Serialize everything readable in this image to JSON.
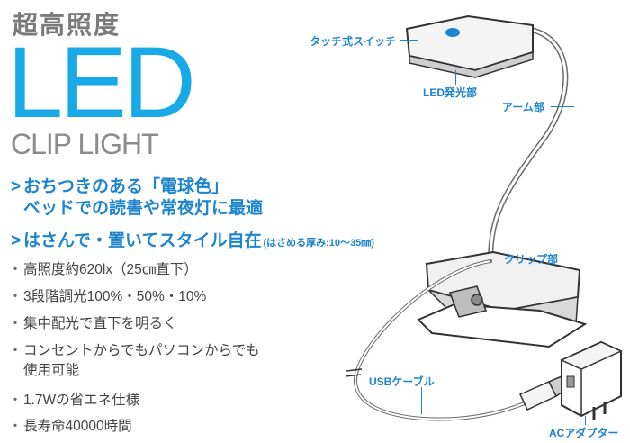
{
  "header": {
    "kicker": "超高照度",
    "brand": "LED",
    "product": "CLIP LIGHT"
  },
  "headlines": {
    "line1a": "おちつきのある「電球色」",
    "line1b": "ベッドでの読書や常夜灯に最適",
    "line2": "はさんで・置いてスタイル自在",
    "line2_note": "(はさめる厚み:10〜35㎜)",
    "arrow": ">"
  },
  "bullets": [
    "高照度約620lx（25㎝直下）",
    "3段階調光100%・50%・10%",
    "集中配光で直下を明るく",
    "コンセントからでもパソコンからでも",
    "使用可能",
    "1.7Wの省エネ仕様",
    "長寿命40000時間"
  ],
  "bullet_mark": "・",
  "callouts": {
    "touch_switch": "タッチ式スイッチ",
    "led_emitter": "LED発光部",
    "arm": "アーム部",
    "clip": "クリップ部",
    "usb_cable": "USBケーブル",
    "ac_adapter": "ACアダプター"
  },
  "colors": {
    "accent": "#1d84cf",
    "brand": "#19a9e6",
    "text": "#444444"
  }
}
